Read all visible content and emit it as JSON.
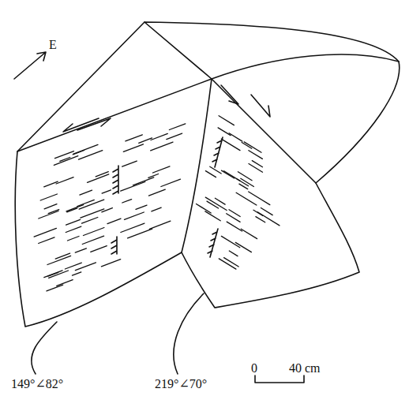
{
  "diagram": {
    "labels": [
      "E",
      "149°∠82°",
      "219°∠70°",
      "0",
      "40 cm"
    ]
  }
}
